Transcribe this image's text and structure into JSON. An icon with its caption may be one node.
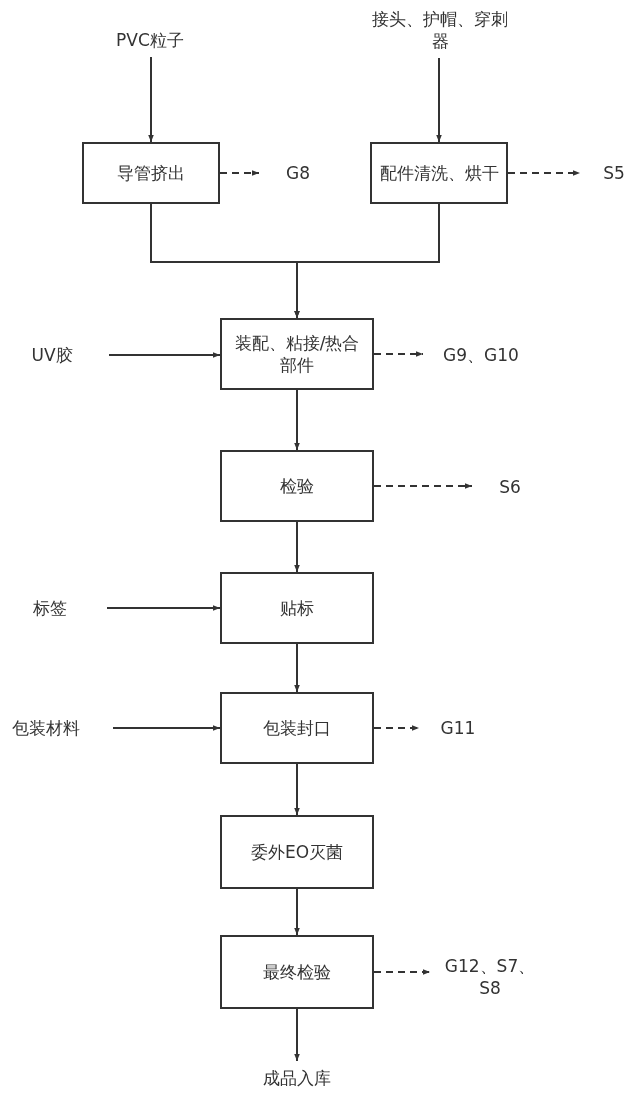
{
  "diagram": {
    "nodes": [
      {
        "text": [
          "PVC粒子"
        ]
      },
      {
        "text": [
          "接头、护帽、穿刺器"
        ]
      },
      {
        "text": [
          "导管挤出"
        ]
      },
      {
        "text": [
          "G8"
        ]
      },
      {
        "text": [
          "配件清洗、烘干"
        ]
      },
      {
        "text": [
          "S5"
        ]
      },
      {
        "text": [
          "UV胶"
        ]
      },
      {
        "text": [
          "装配、粘接/热合部件"
        ]
      },
      {
        "text": [
          "G9、G10"
        ]
      },
      {
        "text": [
          "检验"
        ]
      },
      {
        "text": [
          "S6"
        ]
      },
      {
        "text": [
          "标签"
        ]
      },
      {
        "text": [
          "贴标"
        ]
      },
      {
        "text": [
          "包装材料"
        ]
      },
      {
        "text": [
          "包装封口"
        ]
      },
      {
        "text": [
          "G11"
        ]
      },
      {
        "text": [
          "委外EO灭菌"
        ]
      },
      {
        "text": [
          "最终检验"
        ]
      },
      {
        "text": [
          "G12、S7、S8"
        ]
      },
      {
        "text": [
          "成品入库"
        ]
      }
    ],
    "edges": [
      {
        "from": 0,
        "to": 2,
        "arrow": "to"
      },
      {
        "from": 1,
        "to": 4,
        "arrow": "to"
      },
      {
        "from": 2,
        "to": 3,
        "arrow": "to",
        "style": "dashed"
      },
      {
        "from": 4,
        "to": 5,
        "arrow": "to",
        "style": "dashed"
      },
      {
        "from": 2,
        "to": 7,
        "arrow": "to"
      },
      {
        "from": 4,
        "to": 7,
        "arrow": "to"
      },
      {
        "from": 6,
        "to": 7,
        "arrow": "to"
      },
      {
        "from": 7,
        "to": 8,
        "arrow": "to",
        "style": "dashed"
      },
      {
        "from": 7,
        "to": 9,
        "arrow": "to"
      },
      {
        "from": 9,
        "to": 10,
        "arrow": "to",
        "style": "dashed"
      },
      {
        "from": 9,
        "to": 12,
        "arrow": "to"
      },
      {
        "from": 11,
        "to": 12,
        "arrow": "to"
      },
      {
        "from": 12,
        "to": 14,
        "arrow": "to"
      },
      {
        "from": 13,
        "to": 14,
        "arrow": "to"
      },
      {
        "from": 14,
        "to": 15,
        "arrow": "to",
        "style": "dashed"
      },
      {
        "from": 14,
        "to": 16,
        "arrow": "to"
      },
      {
        "from": 16,
        "to": 17,
        "arrow": "to"
      },
      {
        "from": 17,
        "to": 18,
        "arrow": "to",
        "style": "dashed"
      },
      {
        "from": 17,
        "to": 19,
        "arrow": "to"
      }
    ]
  }
}
